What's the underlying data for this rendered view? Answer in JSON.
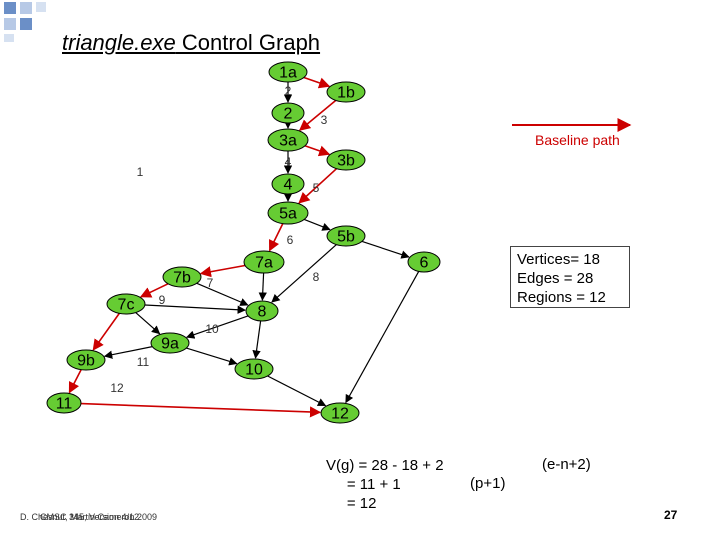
{
  "title": {
    "exe": "triangle.exe",
    "rest": " Control Graph"
  },
  "colors": {
    "node_fill": "#66cc33",
    "node_stroke": "#000000",
    "edge_black": "#000000",
    "baseline_red": "#cc0000",
    "corner_blue": "#6b8fc7",
    "corner_light": "#b7c9e6"
  },
  "nodes": [
    {
      "id": "1a",
      "label": "1a",
      "shape": "ellipse"
    },
    {
      "id": "1b",
      "label": "1b",
      "shape": "ellipse"
    },
    {
      "id": "2",
      "label": "2",
      "shape": "ellipse"
    },
    {
      "id": "3a",
      "label": "3a",
      "shape": "ellipse"
    },
    {
      "id": "3b",
      "label": "3b",
      "shape": "ellipse"
    },
    {
      "id": "4",
      "label": "4",
      "shape": "ellipse"
    },
    {
      "id": "5a",
      "label": "5a",
      "shape": "ellipse"
    },
    {
      "id": "5b",
      "label": "5b",
      "shape": "ellipse"
    },
    {
      "id": "6",
      "label": "6",
      "shape": "ellipse"
    },
    {
      "id": "7a",
      "label": "7a",
      "shape": "ellipse"
    },
    {
      "id": "7b",
      "label": "7b",
      "shape": "ellipse"
    },
    {
      "id": "7c",
      "label": "7c",
      "shape": "ellipse"
    },
    {
      "id": "8",
      "label": "8",
      "shape": "ellipse"
    },
    {
      "id": "9a",
      "label": "9a",
      "shape": "ellipse"
    },
    {
      "id": "9b",
      "label": "9b",
      "shape": "ellipse"
    },
    {
      "id": "10",
      "label": "10",
      "shape": "ellipse"
    },
    {
      "id": "11",
      "label": "11",
      "shape": "ellipse"
    },
    {
      "id": "12",
      "label": "12",
      "shape": "ellipse"
    }
  ],
  "edges": [
    {
      "from": "1a",
      "to": "1b",
      "baseline": true
    },
    {
      "from": "1a",
      "to": "2",
      "baseline": false
    },
    {
      "from": "1b",
      "to": "3a",
      "baseline": true
    },
    {
      "from": "2",
      "to": "3a",
      "baseline": false
    },
    {
      "from": "3a",
      "to": "3b",
      "baseline": true
    },
    {
      "from": "3a",
      "to": "4",
      "baseline": false
    },
    {
      "from": "3b",
      "to": "5a",
      "baseline": true
    },
    {
      "from": "4",
      "to": "5a",
      "baseline": false
    },
    {
      "from": "5a",
      "to": "5b",
      "baseline": false
    },
    {
      "from": "5a",
      "to": "7a",
      "baseline": true
    },
    {
      "from": "5b",
      "to": "6",
      "baseline": false
    },
    {
      "from": "5b",
      "to": "8",
      "baseline": false
    },
    {
      "from": "7a",
      "to": "7b",
      "baseline": true
    },
    {
      "from": "7a",
      "to": "8",
      "baseline": false
    },
    {
      "from": "7b",
      "to": "7c",
      "baseline": true
    },
    {
      "from": "7b",
      "to": "8",
      "baseline": false
    },
    {
      "from": "7c",
      "to": "8",
      "baseline": false
    },
    {
      "from": "7c",
      "to": "9a",
      "baseline": false
    },
    {
      "from": "7c",
      "to": "9b",
      "baseline": true
    },
    {
      "from": "8",
      "to": "9a",
      "baseline": false
    },
    {
      "from": "8",
      "to": "10",
      "baseline": false
    },
    {
      "from": "9a",
      "to": "9b",
      "baseline": false
    },
    {
      "from": "9a",
      "to": "10",
      "baseline": false
    },
    {
      "from": "9b",
      "to": "11",
      "baseline": true
    },
    {
      "from": "10",
      "to": "12",
      "baseline": false
    },
    {
      "from": "11",
      "to": "12",
      "baseline": true
    },
    {
      "from": "6",
      "to": "12",
      "baseline": false
    }
  ],
  "edge_labels": [
    "2",
    "3",
    "4",
    "5",
    "1",
    "6",
    "7",
    "8",
    "9",
    "10",
    "11",
    "12"
  ],
  "legend": {
    "label": "Baseline path"
  },
  "stats": {
    "vertices": "Vertices= 18",
    "edges": "Edges  = 28",
    "regions": "Regions  = 12"
  },
  "formula": {
    "line1": "V(g) = 28 - 18 + 2",
    "line2": "     = 11 + 1",
    "line3": "     = 12",
    "note1": "(e-n+2)",
    "note2": "(p+1)"
  },
  "footer": {
    "text_a": "D. Chesnut, Martin Cameron 2009",
    "text_b": "CMSC 345, Version 4/12"
  },
  "page_number": "27"
}
